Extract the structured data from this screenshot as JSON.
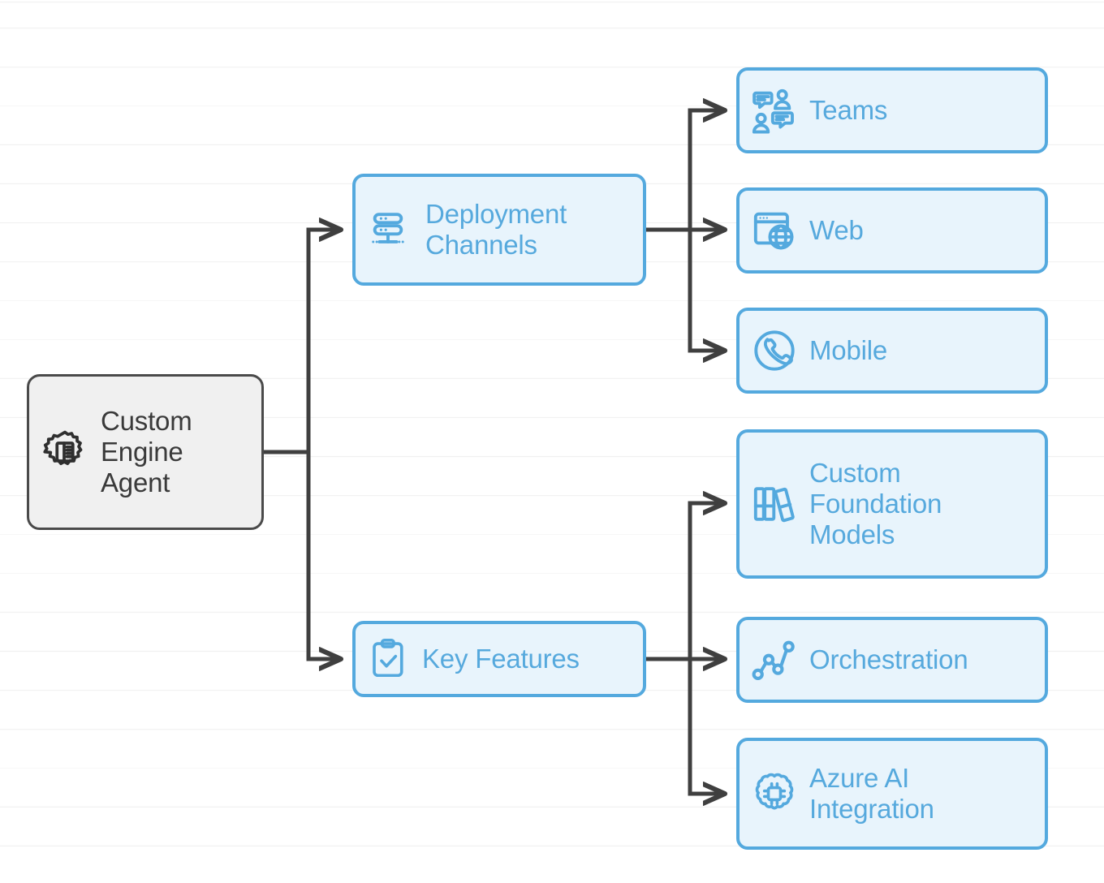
{
  "diagram": {
    "type": "hierarchy-tree",
    "orientation": "left-to-right",
    "root": {
      "id": "custom-engine-agent",
      "label": "Custom\nEngine\nAgent",
      "icon": "gear-chip-icon",
      "fill": "#f0f0f0",
      "border": "#4a4a4a",
      "text_color": "#3a3a3a"
    },
    "branches": [
      {
        "id": "deployment-channels",
        "label": "Deployment\nChannels",
        "icon": "server-network-icon",
        "children": [
          {
            "id": "teams",
            "label": "Teams",
            "icon": "people-chat-icon"
          },
          {
            "id": "web",
            "label": "Web",
            "icon": "browser-globe-icon"
          },
          {
            "id": "mobile",
            "label": "Mobile",
            "icon": "phone-circle-icon"
          }
        ]
      },
      {
        "id": "key-features",
        "label": "Key Features",
        "icon": "clipboard-check-icon",
        "children": [
          {
            "id": "custom-foundation-models",
            "label": "Custom\nFoundation\nModels",
            "icon": "books-icon"
          },
          {
            "id": "orchestration",
            "label": "Orchestration",
            "icon": "node-graph-icon"
          },
          {
            "id": "azure-ai-integration",
            "label": "Azure AI\nIntegration",
            "icon": "brain-chip-icon"
          }
        ]
      }
    ],
    "colors": {
      "node_fill": "#e8f4fc",
      "node_border": "#54a9de",
      "node_text": "#56a9dd",
      "root_fill": "#f0f0f0",
      "root_border": "#4a4a4a",
      "root_text": "#3a3a3a",
      "edge": "#3f3f3f",
      "canvas": "#ffffff",
      "grid_line": "#f1f1f1"
    }
  }
}
